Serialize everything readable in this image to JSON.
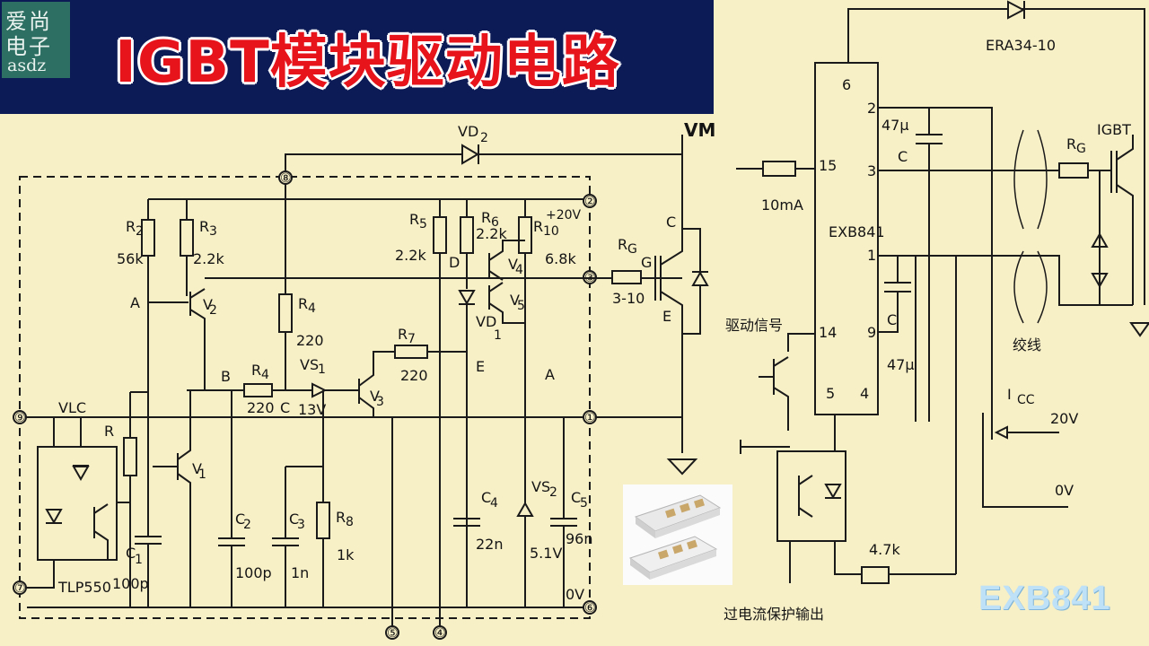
{
  "logo": {
    "line1": "爱尚",
    "line2": "电子",
    "line3": "asdz"
  },
  "title": "IGBT模块驱动电路",
  "left_circuit": {
    "vm": "VM",
    "vd2": "VD",
    "vd2_sub": "2",
    "nodes": [
      "⑧",
      "②",
      "③",
      "①",
      "⑨",
      "⑥",
      "④",
      "⑦",
      "⑤"
    ],
    "r2": "R",
    "r2_sub": "2",
    "r2_val": "56k",
    "r3": "R",
    "r3_sub": "3",
    "r3_val": "2.2k",
    "r4": "R",
    "r4_sub": "4",
    "r4_val": "220",
    "r5": "R",
    "r5_sub": "5",
    "r5_val": "2.2k",
    "r6": "R",
    "r6_sub": "6",
    "r6_val": "2.2k",
    "r7": "R",
    "r7_sub": "7",
    "r7_val": "220",
    "r8": "R",
    "r8_sub": "8",
    "r8_val": "1k",
    "r9": "R",
    "r9_sub": "4",
    "r9_val": "220",
    "r10": "R",
    "r10_sub": "10",
    "r10_val": "6.8k",
    "rg": "R",
    "rg_sub": "G",
    "rg_val": "3-10",
    "r": "R",
    "plus20": "+20V",
    "label_A1": "A",
    "label_B": "B",
    "label_C": "C",
    "label_D": "D",
    "label_E": "E",
    "label_A2": "A",
    "vs1": "VS",
    "vs1_sub": "1",
    "vs1_val": "13V",
    "vs2": "VS",
    "vs2_sub": "2",
    "vs2_val": "5.1V",
    "vd1": "VD",
    "vd1_sub": "1",
    "v1": "V",
    "v1_sub": "1",
    "v2": "V",
    "v2_sub": "2",
    "v3": "V",
    "v3_sub": "3",
    "v4": "V",
    "v4_sub": "4",
    "v5": "V",
    "v5_sub": "5",
    "c1": "C",
    "c1_sub": "1",
    "c1_val": "100p",
    "c2": "C",
    "c2_sub": "2",
    "c2_val": "100p",
    "c3": "C",
    "c3_sub": "3",
    "c3_val": "1n",
    "c4": "C",
    "c4_sub": "4",
    "c4_val": "22n",
    "c5": "C",
    "c5_sub": "5",
    "c5_val": "96n",
    "vlc": "VLC",
    "tlp": "TLP550",
    "zero_v": "0V",
    "igbt_c": "C",
    "igbt_g": "G",
    "igbt_e": "E"
  },
  "right_circuit": {
    "ic": "EXB841",
    "pins": {
      "p6": "6",
      "p2": "2",
      "p15": "15",
      "p3": "3",
      "p1": "1",
      "p14": "14",
      "p9": "9",
      "p5": "5",
      "p4": "4"
    },
    "diode": "ERA34-10",
    "cap_top": "47μ",
    "cap_top_c": "C",
    "cap_bot": "47μ",
    "cap_bot_c": "C",
    "current": "10mA",
    "rg": "R",
    "rg_sub": "G",
    "igbt": "IGBT",
    "twisted": "绞线",
    "drive_signal": "驱动信号",
    "icc": "I",
    "icc_sub": "CC",
    "v20": "20V",
    "v0": "0V",
    "r47": "4.7k",
    "overcurrent": "过电流保护输出"
  },
  "watermark": "EXB841"
}
